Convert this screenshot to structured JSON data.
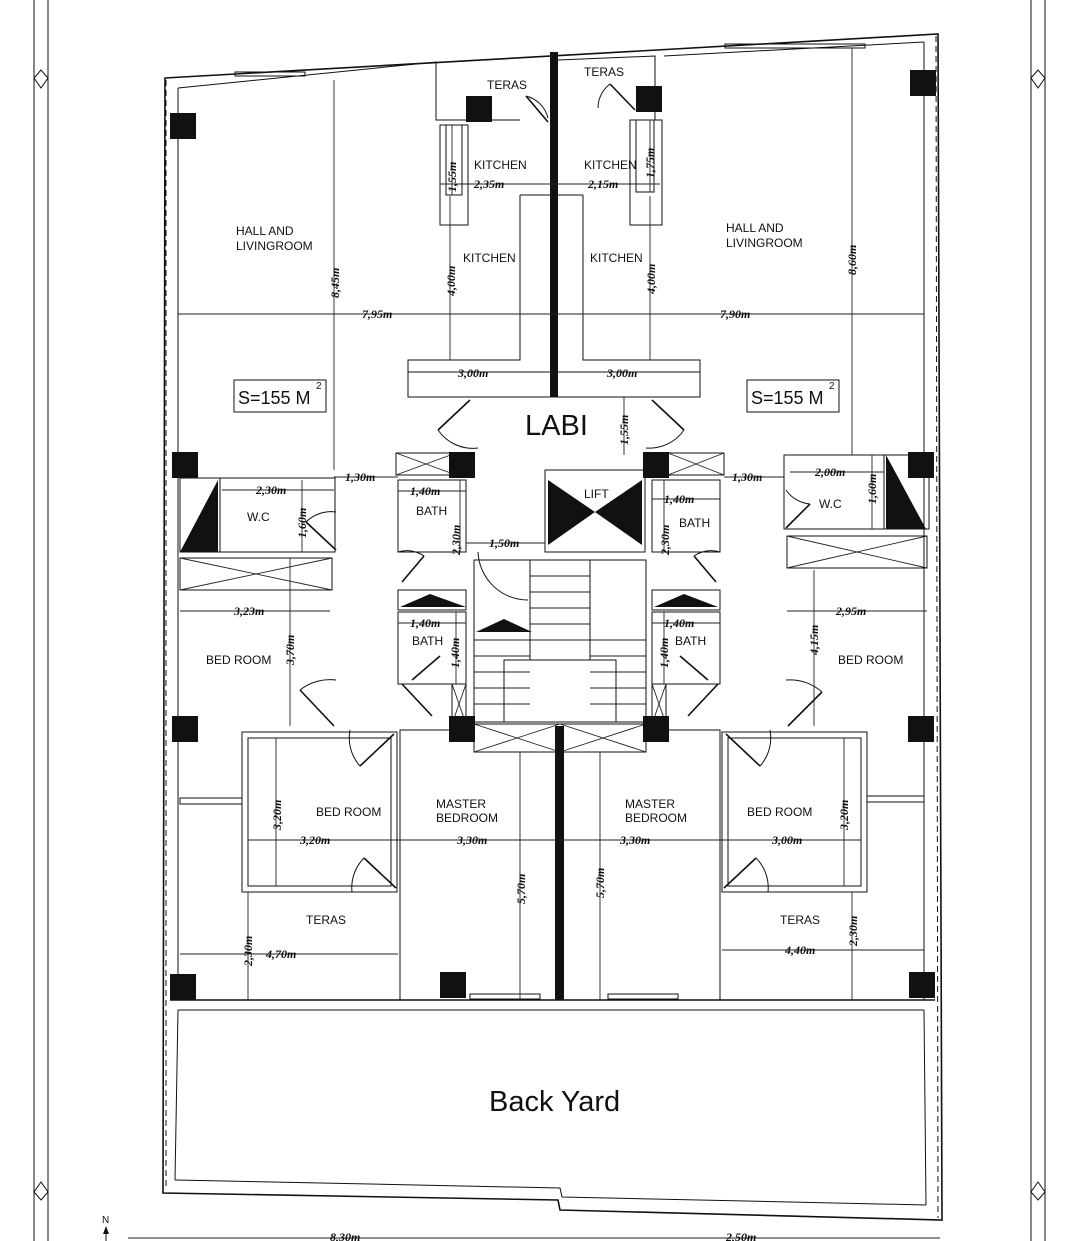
{
  "rooms": {
    "teras_top_left": "TERAS",
    "teras_top_right": "TERAS",
    "kitchen_tl": "KITCHEN",
    "kitchen_tr": "KITCHEN",
    "kitchen_ml": "KITCHEN",
    "kitchen_mr": "KITCHEN",
    "hall_left_1": "HALL AND",
    "hall_left_2": "LIVINGROOM",
    "hall_right_1": "HALL AND",
    "hall_right_2": "LIVINGROOM",
    "labi": "LABI",
    "lift": "LIFT",
    "wc_left": "W.C",
    "wc_right": "W.C",
    "bath_1": "BATH",
    "bath_2": "BATH",
    "bath_3": "BATH",
    "bath_4": "BATH",
    "bed_left_upper": "BED ROOM",
    "bed_right_upper": "BED ROOM",
    "bed_left_lower": "BED ROOM",
    "bed_right_lower": "BED ROOM",
    "master_left_1": "MASTER",
    "master_left_2": "BEDROOM",
    "master_right_1": "MASTER",
    "master_right_2": "BEDROOM",
    "teras_bottom_left": "TERAS",
    "teras_bottom_right": "TERAS",
    "back_yard": "Back Yard"
  },
  "areas": {
    "left": "S=155 M",
    "right": "S=155 M",
    "superscript": "2"
  },
  "dimensions": {
    "d_155_kitchen": "1,55m",
    "d_175_kitchen": "1,75m",
    "d_235": "2,35m",
    "d_215": "2,15m",
    "d_845": "8,45m",
    "d_860": "8,60m",
    "d_400_l": "4,00m",
    "d_400_r": "4,00m",
    "d_795": "7,95m",
    "d_790": "7,90m",
    "d_300_l": "3,00m",
    "d_300_r": "3,00m",
    "d_155_labi": "1,55m",
    "d_130_l": "1,30m",
    "d_130_r": "1,30m",
    "d_230_wc": "2,30m",
    "d_200_wc": "2,00m",
    "d_160_l": "1,60m",
    "d_160_r": "1,60m",
    "d_140_b1": "1,40m",
    "d_140_b2": "1,40m",
    "d_230_b1": "2,30m",
    "d_230_b2": "2,30m",
    "d_150": "1,50m",
    "d_323": "3,23m",
    "d_370": "3,70m",
    "d_295": "2,95m",
    "d_415": "4,15m",
    "d_140_b3": "1,40m",
    "d_140_b3v": "1,40m",
    "d_140_b4": "1,40m",
    "d_140_b4v": "1,40m",
    "d_320_lv": "3,20m",
    "d_320_lh": "3,20m",
    "d_330_l": "3,30m",
    "d_330_r": "3,30m",
    "d_300_bed": "3,00m",
    "d_320_rv": "3,20m",
    "d_570_l": "5,70m",
    "d_570_r": "5,70m",
    "d_230_tl": "2,30m",
    "d_470": "4,70m",
    "d_440": "4,40m",
    "d_230_tr": "2,30m",
    "d_830": "8,30m",
    "d_250": "2,50m"
  },
  "north": "N"
}
